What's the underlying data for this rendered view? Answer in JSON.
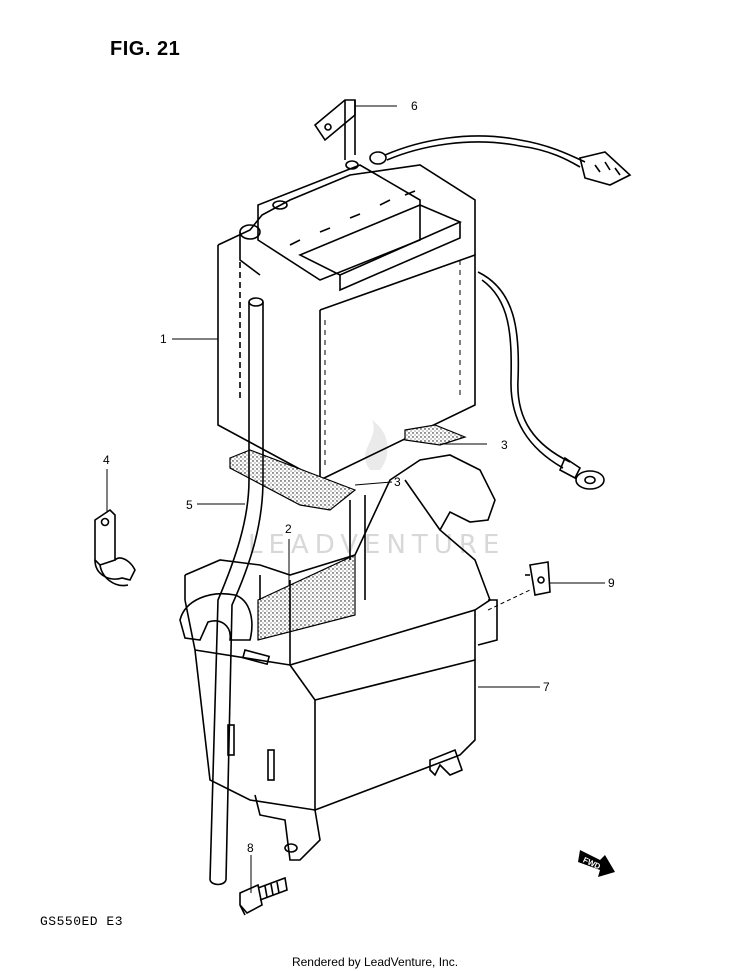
{
  "figure": {
    "title": "FIG. 21",
    "model_code": "GS550ED  E3",
    "footer": "Rendered by LeadVenture, Inc.",
    "watermark": "LEADVENTURE",
    "fwd_label": "FWD"
  },
  "callouts": [
    {
      "id": "1",
      "label": "1"
    },
    {
      "id": "2",
      "label": "2"
    },
    {
      "id": "3a",
      "label": "3"
    },
    {
      "id": "3b",
      "label": "3"
    },
    {
      "id": "4",
      "label": "4"
    },
    {
      "id": "5",
      "label": "5"
    },
    {
      "id": "6",
      "label": "6"
    },
    {
      "id": "7",
      "label": "7"
    },
    {
      "id": "8",
      "label": "8"
    },
    {
      "id": "9",
      "label": "9"
    }
  ]
}
